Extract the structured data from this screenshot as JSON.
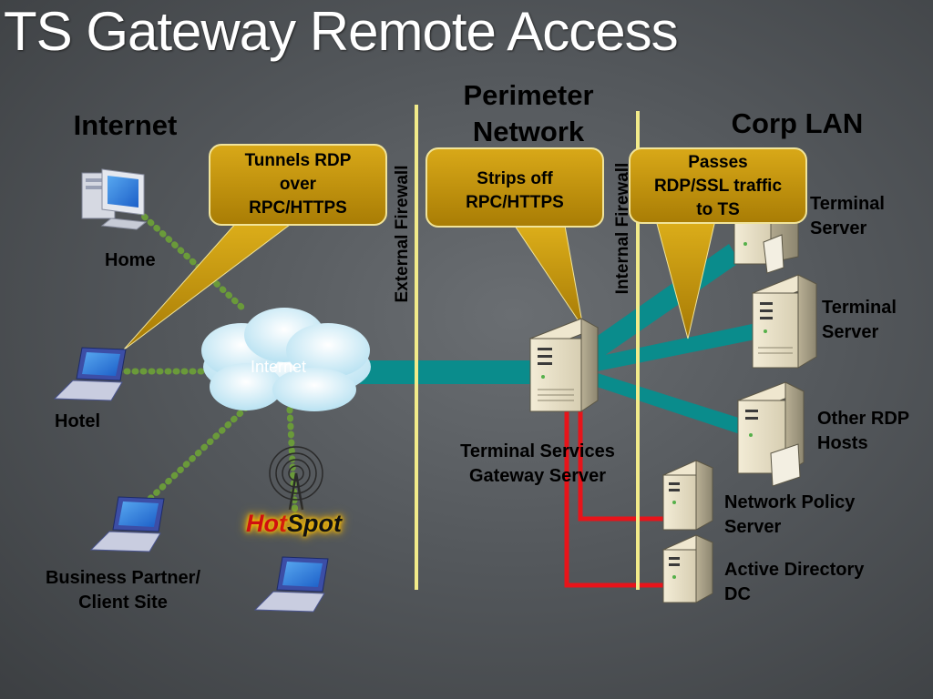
{
  "slide": {
    "title": "TS Gateway Remote Access"
  },
  "zones": {
    "internet": "Internet",
    "perimeter_line1": "Perimeter",
    "perimeter_line2": "Network",
    "corp": "Corp LAN"
  },
  "firewalls": {
    "external": "External Firewall",
    "internal": "Internal Firewall"
  },
  "callouts": {
    "tunnels": [
      "Tunnels RDP",
      "over",
      "RPC/HTTPS"
    ],
    "strips": [
      "Strips off",
      "RPC/HTTPS"
    ],
    "passes": [
      "Passes",
      "RDP/SSL traffic",
      "to TS"
    ]
  },
  "clients": {
    "home": "Home",
    "hotel": "Hotel",
    "partner_line1": "Business Partner/",
    "partner_line2": "Client Site",
    "hotspot_hot": "Hot",
    "hotspot_spot": "Spot"
  },
  "cloud_label": "Internet",
  "servers": {
    "gateway_line1": "Terminal Services",
    "gateway_line2": "Gateway Server",
    "ts1_line1": "Terminal",
    "ts1_line2": "Server",
    "ts2_line1": "Terminal",
    "ts2_line2": "Server",
    "other_line1": "Other RDP",
    "other_line2": "Hosts",
    "nps_line1": "Network Policy",
    "nps_line2": "Server",
    "ad_line1": "Active Directory",
    "ad_line2": "DC"
  },
  "colors": {
    "callout_fill": "#c9980f",
    "teal_link": "#0a8c8c",
    "red_link": "#e8141a",
    "firewall_line": "#f2eb8a",
    "dotted_link": "#6a9a3a"
  }
}
